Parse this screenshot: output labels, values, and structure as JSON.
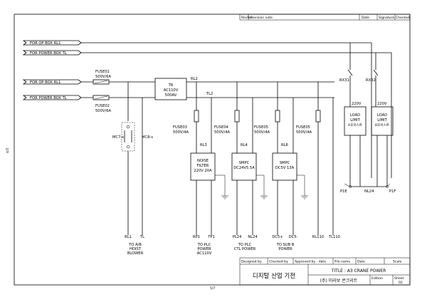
{
  "revision_block": {
    "rev_label": "RevNo",
    "notes_label": "Revision note",
    "date_label": "Date",
    "signature_label": "Signature",
    "checked_label": "Checked"
  },
  "inputs": [
    {
      "label": "FOR OP BOX RL1"
    },
    {
      "label": "FOR POWER BOX TL"
    },
    {
      "label": "FOR OP BOX RL1"
    },
    {
      "label": "FOR POWER BOX TL"
    }
  ],
  "fuses": {
    "fuse01": {
      "name": "FUSE01",
      "rating": "500V/6A"
    },
    "fuse02": {
      "name": "FUSE02",
      "rating": "500V/6A"
    },
    "fuse03": {
      "name": "FUSE03",
      "rating": "500V/4A"
    },
    "fuse04": {
      "name": "FUSE04",
      "rating": "500V/4A"
    },
    "fuse05a": {
      "name": "FUSE05",
      "rating": "500V/4A"
    },
    "fuse05b": {
      "name": "FUSE05",
      "rating": "500V/4A"
    }
  },
  "transformer": {
    "line1": "TR",
    "line2": "AC110V",
    "line3": "500AV"
  },
  "bus": {
    "rl2": "RL2",
    "tl2": "TL2",
    "rl3": "RL3",
    "rl4": "RL4",
    "rl6": "RL6"
  },
  "contacts": {
    "mc7": "MC7-s",
    "mc8": "MC8-s"
  },
  "blocks": {
    "noise": {
      "line1": "NOISE",
      "line2": "FILTER",
      "line3": "220V 20A"
    },
    "smps1": {
      "line1": "SMPC",
      "line2": "DC24V5.5A"
    },
    "smps2": {
      "line1": "SMPC",
      "line2": "DC5V 13A"
    },
    "load1": {
      "line1": "LOAD",
      "line2": "LIMIT",
      "line3": "A호이스트"
    },
    "load2": {
      "line1": "LOAD",
      "line2": "LIMIT",
      "line3": "B호이스트"
    }
  },
  "relays": {
    "rx31": "RX31",
    "rx32": "RX32"
  },
  "voltages": {
    "v1": "220V",
    "v2": "220V"
  },
  "load_terminals": {
    "p1e": "P1E",
    "nl24": "NL24",
    "p1f": "P1F"
  },
  "terminals": [
    "RL1",
    "TL",
    "RP1",
    "TP1",
    "PL24",
    "NL24",
    "DC5+",
    "DC5-",
    "RL110",
    "TL110"
  ],
  "destinations": {
    "hoist": {
      "line1": "TO A/B",
      "line2": "HOIST",
      "line3": "BLOWER"
    },
    "plc_power": {
      "line1": "TO PLC",
      "line2": "POWER",
      "line3": "AC110V"
    },
    "plc_ctl": {
      "line1": "TO PLC",
      "line2": "CTL POWER"
    },
    "sub": {
      "line1": "TO SUB B",
      "line2": "POWER"
    }
  },
  "title_block": {
    "designed_by": "Designed by",
    "checked_by": "Checked by",
    "approved_by": "Approved by - date",
    "file_name": "File name",
    "date": "Date",
    "scale": "Scale",
    "title": "TITLE : A3 CRANE POWER",
    "company": "디지탈 산업 기전",
    "client": "(주) 미라보 콘크리트",
    "edition": "Edition",
    "sheet_label": "Sheet",
    "sheet_no": "02"
  },
  "margin_marks": {
    "left": "4/5",
    "bottom": "5/7"
  }
}
